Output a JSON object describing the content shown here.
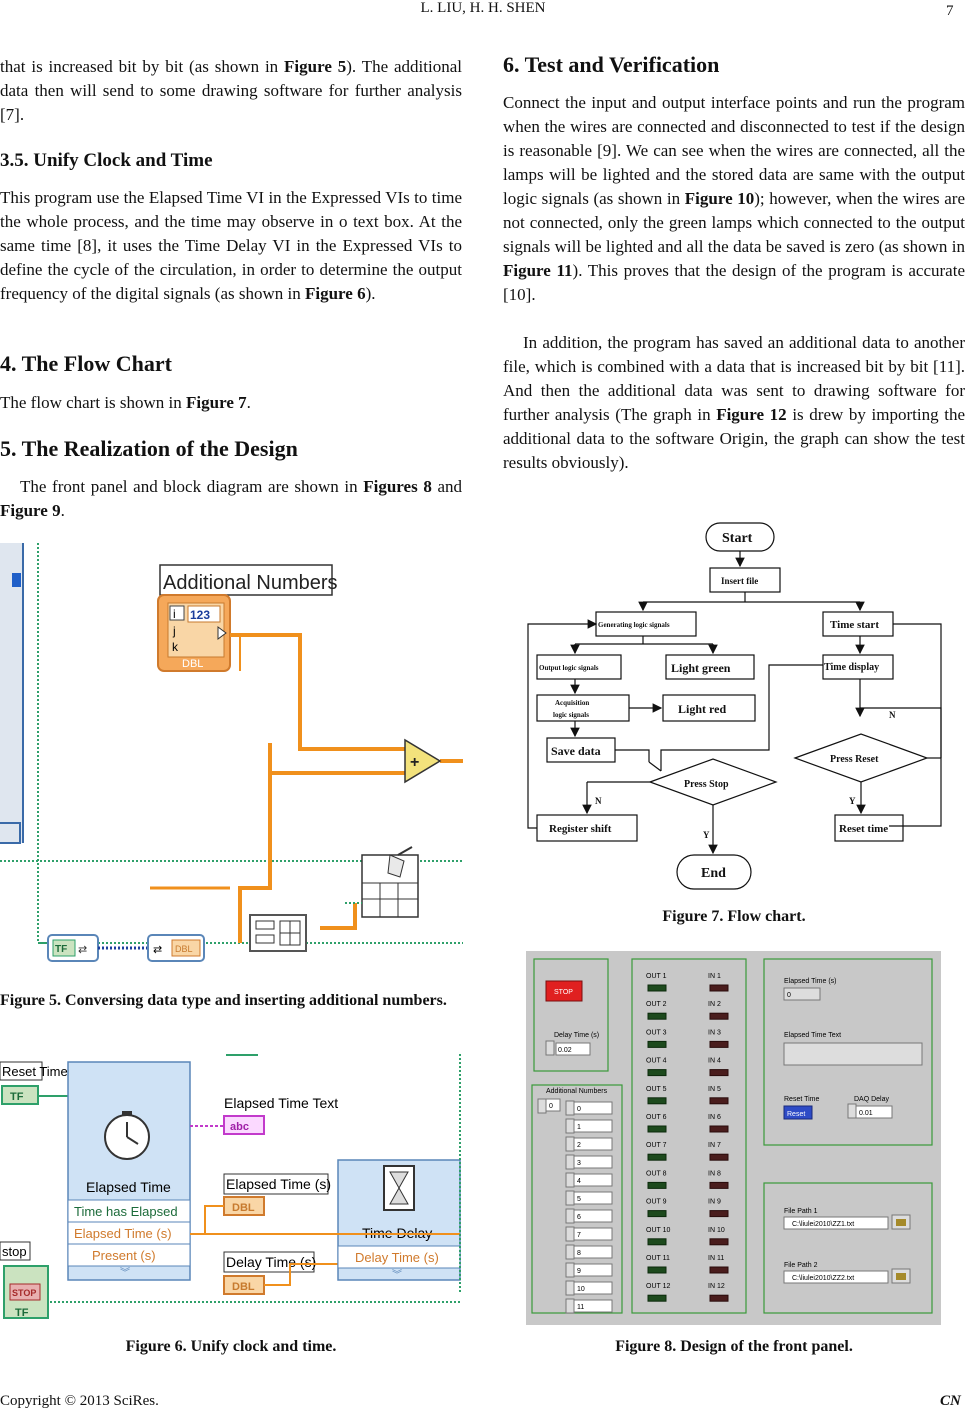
{
  "header": {
    "authors": "L. LIU, H. H. SHEN",
    "page": "7"
  },
  "footer": {
    "copyright": "Copyright © 2013 SciRes.",
    "journal": "CN"
  },
  "left": {
    "p1": "that is increased bit by bit (as shown in Figure 5). The additional data then will send to some drawing software for further analysis [7].",
    "h35": "3.5. Unify Clock and Time",
    "p2": "This program use the Elapsed Time VI in the Expressed VIs to time the whole process, and the time may observe in o text box. At the same time [8], it uses the Time Delay VI in the Expressed VIs to define the cycle of the circulation, in order to determine the output frequency of the digital signals (as shown in Figure 6).",
    "h4": "4. The Flow Chart",
    "p3": "The flow chart is shown in Figure 7.",
    "h5": "5. The Realization of the Design",
    "p4": "The front panel and block diagram are shown in Figures 8 and Figure 9.",
    "fig5_caption": "Figure 5. Conversing data type and inserting additional numbers.",
    "fig6_caption": "Figure 6. Unify clock and time."
  },
  "right": {
    "h6": "6. Test and Verification",
    "p1": "Connect the input and output interface points and run the program when the wires are connected and disconnected to test if the design is reasonable [9]. We can see when the wires are connected, all the lamps will be lighted and the stored data are same with the output logic signals (as shown in Figure 10); however, when the wires are not connected, only the green lamps which connected to the output signals will be lighted and all the data be saved is zero (as shown in Figure 11). This proves that the design of the program is accurate [10].",
    "p2": "In addition, the program has saved an additional data to another file, which is combined with a data that is increased bit by bit [11]. And then the additional data was sent to drawing software for further analysis (The graph in Figure 12 is drew by importing the additional data to the software Origin, the graph can show the test results obviously).",
    "fig7_caption": "Figure 7. Flow chart.",
    "fig8_caption": "Figure 8. Design of the front panel."
  },
  "fig5": {
    "label": "Additional Numbers",
    "num": "123",
    "dtype": "DBL",
    "idx": [
      "i",
      "j",
      "k"
    ]
  },
  "fig6": {
    "reset": "Reset Time",
    "tf": "TF",
    "elapsed_text": "Elapsed Time Text",
    "abc": "abc",
    "elapsed_label": "Elapsed Time (s)",
    "dbl": "DBL",
    "delay_label": "Delay Time (s)",
    "et_title": "Elapsed Time",
    "et_out1": "Time has Elapsed",
    "et_out2": "Elapsed Time (s)",
    "et_out3": "Present (s)",
    "td_title": "Time Delay",
    "td_in": "Delay Time (s)",
    "stop": "stop",
    "stop_btn": "STOP"
  },
  "fig7": {
    "start": "Start",
    "insert": "Insert file",
    "gen": "Generating logic signals",
    "timestart": "Time start",
    "output": "Output logic signals",
    "green": "Light green",
    "timedisp": "Time display",
    "acq1": "Acquisition",
    "acq2": "logic signals",
    "red": "Light red",
    "n1": "N",
    "save": "Save data",
    "pressreset": "Press Reset",
    "pressstop": "Press Stop",
    "n2": "N",
    "y1": "Y",
    "register": "Register shift",
    "resettime": "Reset time",
    "y2": "Y",
    "end": "End"
  },
  "fig8": {
    "stop": "STOP",
    "delay": "Delay Time (s)",
    "delay_val": "0.02",
    "addnum": "Additional Numbers",
    "addnum_idx": "0",
    "nums": [
      "0",
      "1",
      "2",
      "3",
      "4",
      "5",
      "6",
      "7",
      "8",
      "9",
      "10",
      "11"
    ],
    "outs": [
      "OUT 1",
      "OUT 2",
      "OUT 3",
      "OUT 4",
      "OUT 5",
      "OUT 6",
      "OUT 7",
      "OUT 8",
      "OUT 9",
      "OUT 10",
      "OUT 11",
      "OUT 12"
    ],
    "ins": [
      "IN 1",
      "IN 2",
      "IN 3",
      "IN 4",
      "IN 5",
      "IN 6",
      "IN 7",
      "IN 8",
      "IN 9",
      "IN 10",
      "IN 11",
      "IN 12"
    ],
    "elapsed": "Elapsed Time (s)",
    "elapsed_val": "0",
    "elapsed_text": "Elapsed Time Text",
    "reset": "Reset Time",
    "reset_btn": "Reset",
    "daq": "DAQ Delay",
    "daq_val": "0.01",
    "fp1": "File Path 1",
    "fp1_val": "C:\\liulei2010\\ZZ1.txt",
    "fp2": "File Path 2",
    "fp2_val": "C:\\liulei2010\\ZZ2.txt"
  }
}
